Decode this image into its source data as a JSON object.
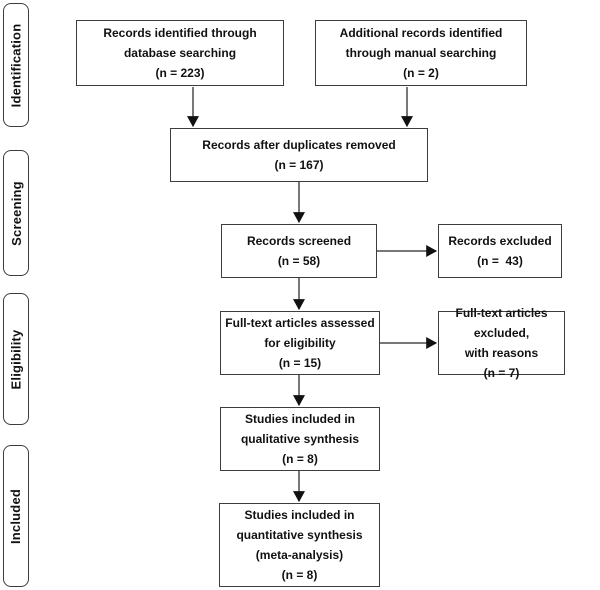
{
  "stages": [
    {
      "label": "Identification"
    },
    {
      "label": "Screening"
    },
    {
      "label": "Eligibility"
    },
    {
      "label": "Included"
    }
  ],
  "boxes": {
    "database": "Records identified through\ndatabase searching\n(n = 223)",
    "manual": "Additional records identified\nthrough manual searching\n(n = 2)",
    "duplicates": "Records after duplicates removed\n(n = 167)",
    "screened": "Records screened\n(n = 58)",
    "excluded": "Records excluded\n(n =  43)",
    "fulltext": "Full-text articles assessed\nfor eligibility\n(n = 15)",
    "fulltext_excluded": "Full-text articles excluded,\nwith reasons\n(n = 7)",
    "qualitative": "Studies included in\nqualitative synthesis\n(n = 8)",
    "quantitative": "Studies included in\nquantitative synthesis\n(meta-analysis)\n(n = 8)"
  },
  "colors": {
    "box_border": "#3d3d3d",
    "arrow_line": "#4a4a4a",
    "arrow_head": "#111111",
    "text": "#111111",
    "background": "#ffffff"
  }
}
